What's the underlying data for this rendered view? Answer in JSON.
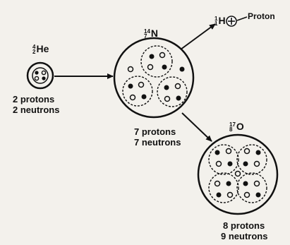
{
  "helium": {
    "symbol": "He",
    "mass": "4",
    "atomic": "2",
    "protons": "2 protons",
    "neutrons": "2 neutrons"
  },
  "nitrogen": {
    "symbol": "N",
    "mass": "14",
    "atomic": "7",
    "protons": "7 protons",
    "neutrons": "7 neutrons"
  },
  "hydrogen": {
    "symbol": "H",
    "mass": "1",
    "atomic": "1",
    "proton_label": "Proton"
  },
  "oxygen": {
    "symbol": "O",
    "mass": "17",
    "atomic": "8",
    "protons": "8 protons",
    "neutrons": "9 neutrons"
  }
}
